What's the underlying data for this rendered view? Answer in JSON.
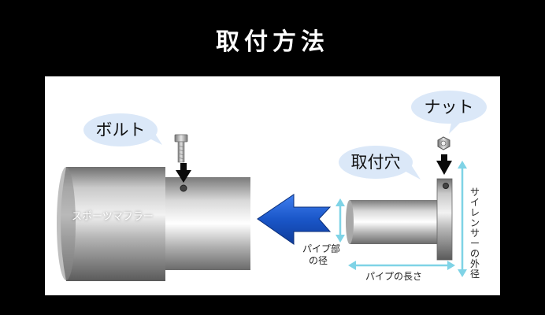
{
  "title": "取付方法",
  "labels": {
    "bolt": "ボルト",
    "nut": "ナット",
    "mount_hole": "取付穴",
    "muffler": "スポーツマフラー",
    "pipe_diameter_line1": "パイプ部",
    "pipe_diameter_line2": "の径",
    "pipe_length": "パイプの長さ",
    "silencer_outer_diameter": "サイレンサーの外径"
  },
  "colors": {
    "background": "#000000",
    "panel": "#ffffff",
    "bubble": "#dbe8f8",
    "accent_arrow": "#1a56c8",
    "dimension_line": "#7fd3e6",
    "pointer_arrow": "#0a0a0a"
  }
}
